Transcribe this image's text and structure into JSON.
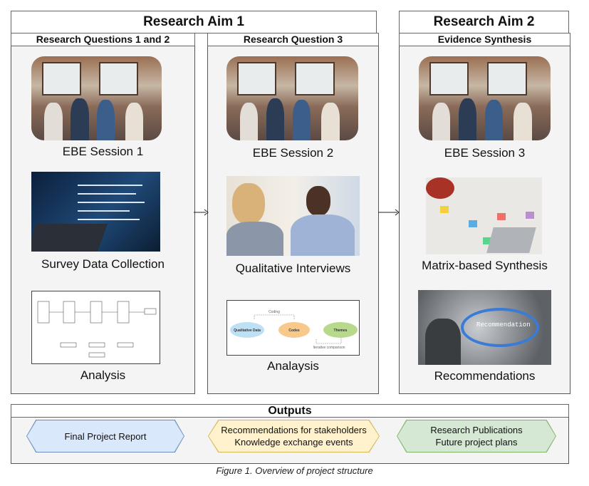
{
  "aims": [
    {
      "title": "Research Aim 1"
    },
    {
      "title": "Research Aim 2"
    }
  ],
  "columns": [
    {
      "header": "Research Questions 1 and 2",
      "items": [
        "EBE Session 1",
        "Survey Data Collection",
        "Analysis"
      ]
    },
    {
      "header": "Research Question 3",
      "items": [
        "EBE Session 2",
        "Qualitative Interviews",
        "Analaysis"
      ],
      "coding_diagram": {
        "nodes": [
          "Qualitative Data",
          "Codes",
          "Themes"
        ],
        "edges": [
          "Coding",
          "Iterative comparison"
        ]
      }
    },
    {
      "header": "Evidence Synthesis",
      "items": [
        "EBE Session 3",
        "Matrix-based Synthesis",
        "Recommendations"
      ],
      "reco_image_text": "Recommendation"
    }
  ],
  "outputs": {
    "title": "Outputs",
    "items": [
      {
        "lines": [
          "Final Project Report"
        ],
        "color": "#dae8fc",
        "border": "#6c8ebf"
      },
      {
        "lines": [
          "Recommendations for stakeholders",
          "Knowledge exchange events"
        ],
        "color": "#fff2cc",
        "border": "#d6b656"
      },
      {
        "lines": [
          "Research Publications",
          "Future project plans"
        ],
        "color": "#d5e8d4",
        "border": "#82b366"
      }
    ]
  },
  "caption": "Figure 1. Overview of project structure"
}
